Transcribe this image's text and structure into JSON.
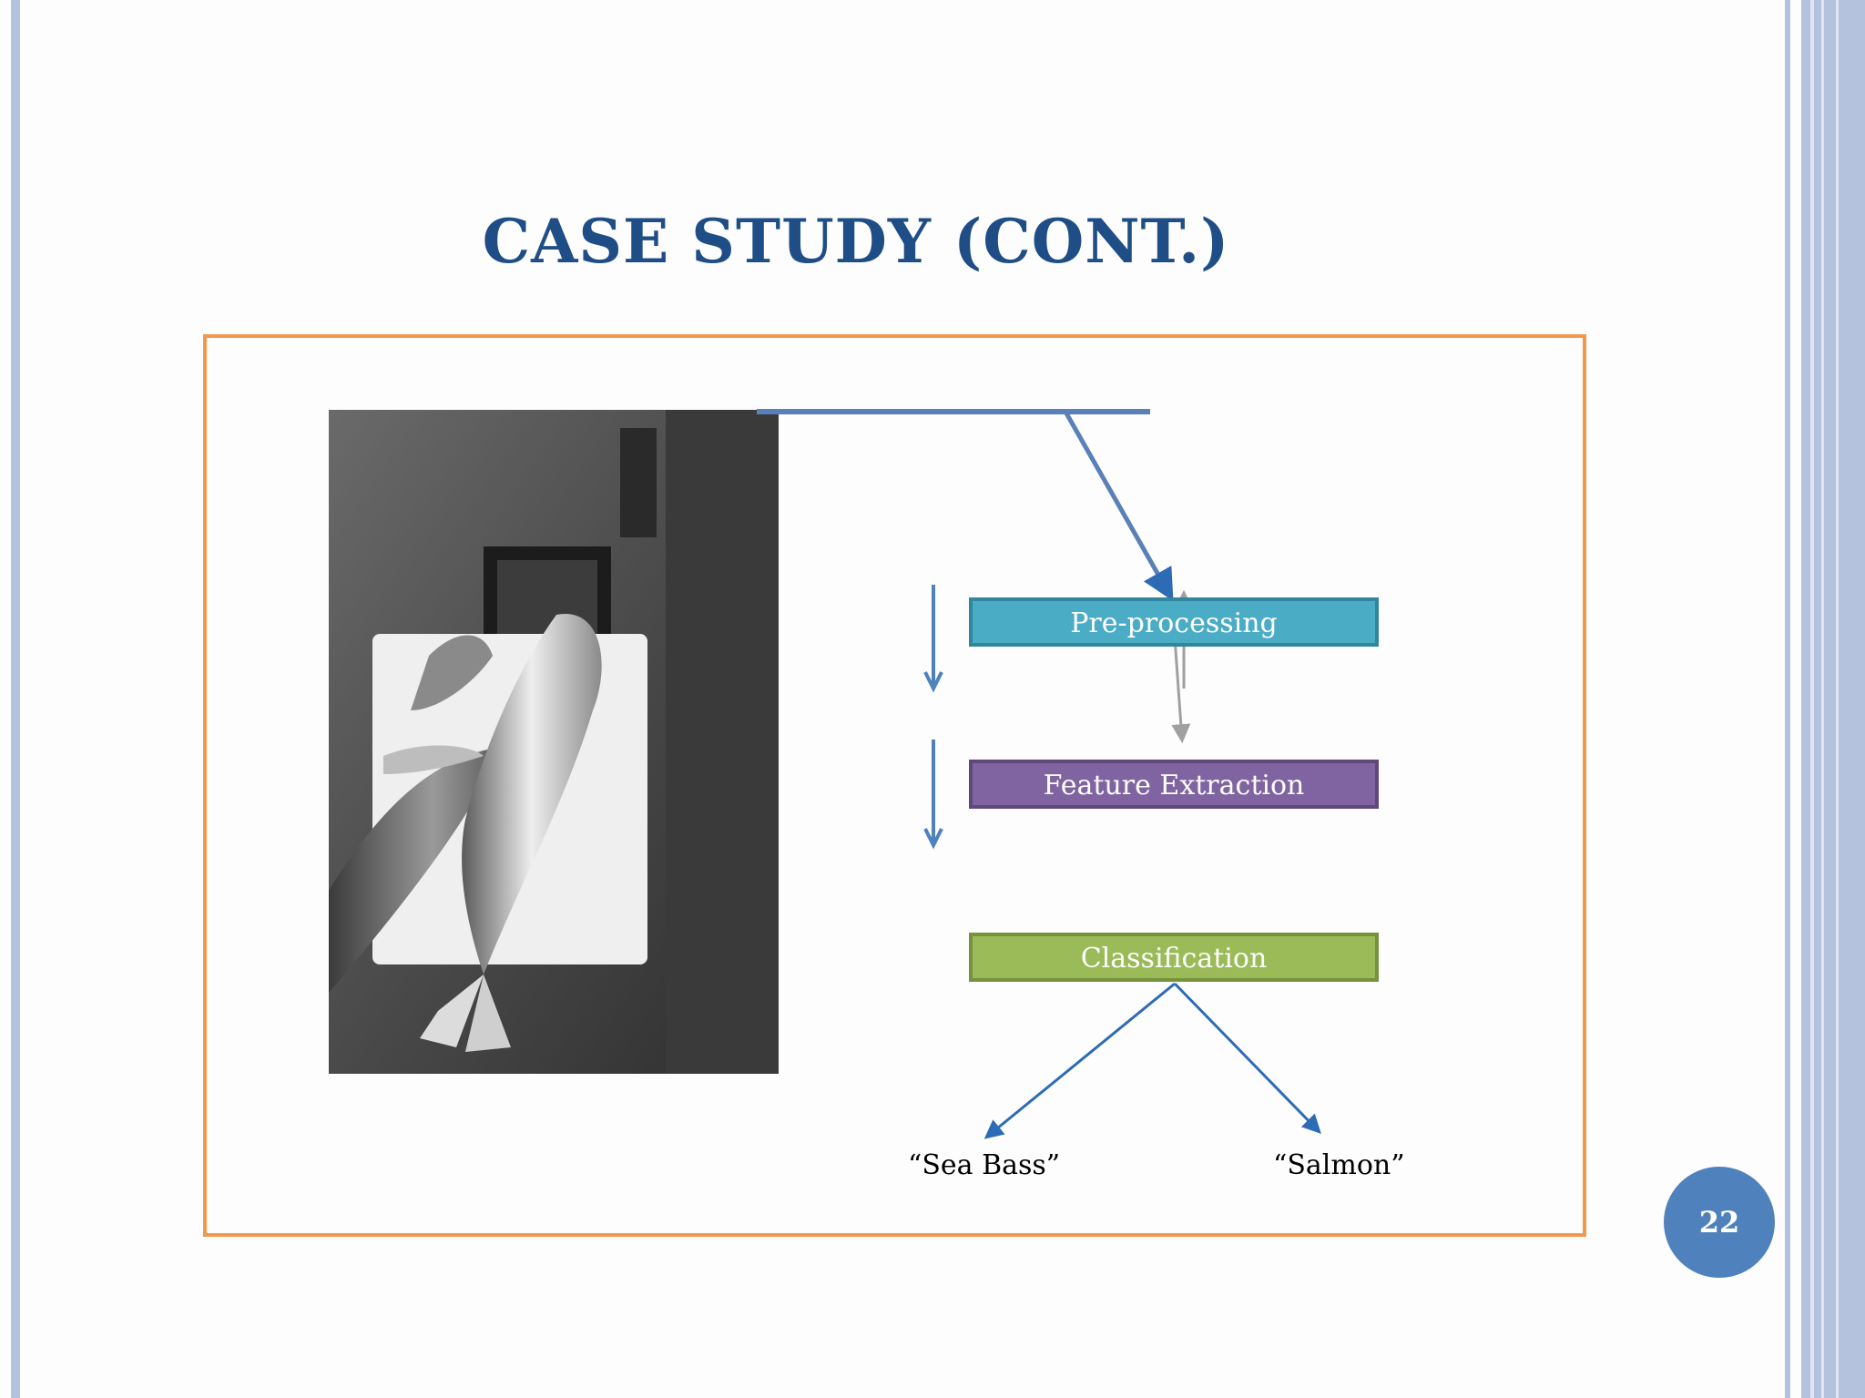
{
  "slide": {
    "title": "CASE STUDY (CONT.)",
    "page_number": "22"
  },
  "diagram": {
    "steps": [
      {
        "label": "Pre-processing",
        "color": "#4bacc6"
      },
      {
        "label": "Feature Extraction",
        "color": "#8064a2"
      },
      {
        "label": "Classification",
        "color": "#9bbb59"
      }
    ],
    "outputs": [
      "“Sea Bass”",
      "“Salmon”"
    ]
  },
  "image": {
    "icon": "fish-photo"
  },
  "colors": {
    "title": "#1f4e86",
    "frame": "#b4c2de",
    "box_border": "#f2984c",
    "arrow": "#2e6bb5",
    "badge": "#4f81bd"
  }
}
